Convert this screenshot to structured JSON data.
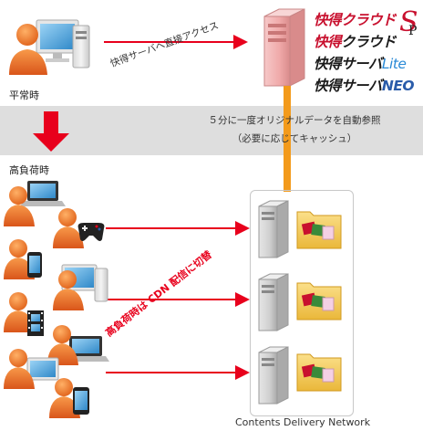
{
  "labels": {
    "normal": "平常時",
    "high_load": "高負荷時",
    "direct_access": "快得サーバへ直接アクセス",
    "sync_line1": "５分に一度オリジナルデータを自動参照",
    "sync_line2": "（必要に応じてキャッシュ）",
    "switch": "高負荷時は CDN 配信に切替",
    "cdn": "Contents Delivery Network"
  },
  "brands": [
    {
      "lead": "快得",
      "rest": "クラウド",
      "style": "red"
    },
    {
      "lead": "快得",
      "rest": "クラウド",
      "style": "dark"
    },
    {
      "lead": "快得",
      "rest": "サーバ",
      "suffix": "Lite",
      "style": "lite"
    },
    {
      "lead": "快得",
      "rest": "サーバ",
      "suffix": "NEO",
      "style": "blue"
    }
  ],
  "colors": {
    "arrow_red": "#e8001c",
    "band_gray": "#dedede",
    "orange_link": "#f39a1b",
    "person_orange": "#ee7a22",
    "server_pink": "#f2b4b4",
    "folder_yellow": "#f5c542"
  }
}
